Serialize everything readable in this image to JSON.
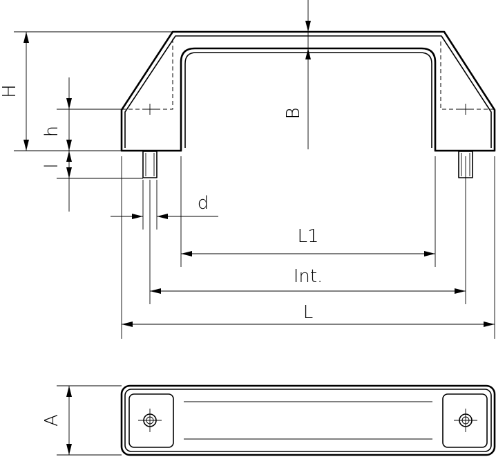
{
  "labels": {
    "H": "H",
    "h": "h",
    "l": "l",
    "B": "B",
    "d": "d",
    "L1": "L1",
    "Int": "Int.",
    "L": "L",
    "A": "A"
  }
}
